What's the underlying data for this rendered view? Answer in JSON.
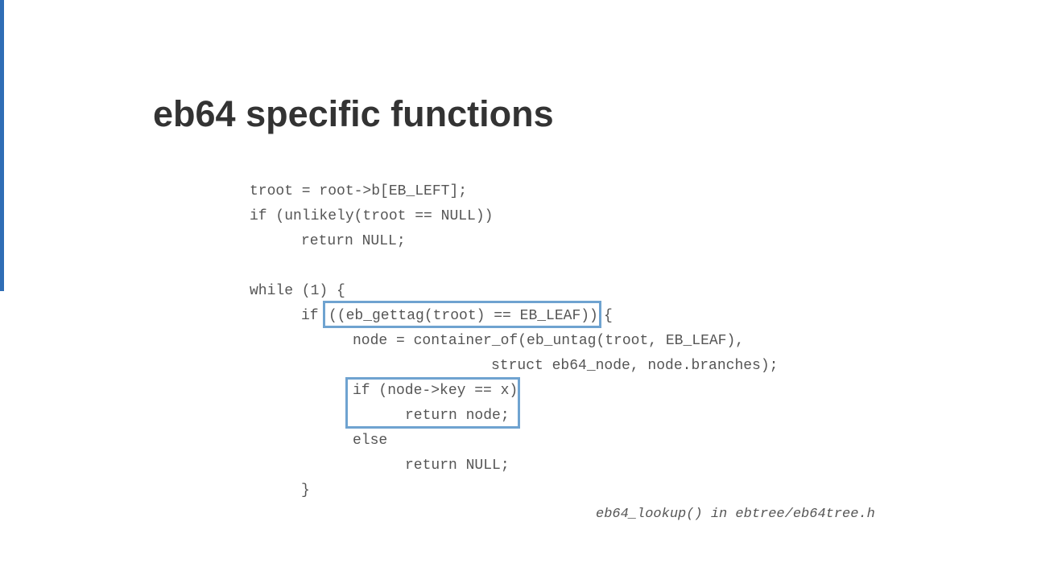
{
  "slide": {
    "title": "eb64 specific functions",
    "accent_color": "#2f6db5",
    "highlight_color": "#6fa3d0"
  },
  "code": {
    "lines": [
      "troot = root->b[EB_LEFT];",
      "if (unlikely(troot == NULL))",
      "return NULL;",
      "while (1) {",
      "if",
      "((eb_gettag(troot) == EB_LEAF))",
      "{",
      "node = container_of(eb_untag(troot, EB_LEAF),",
      "struct eb64_node, node.branches);",
      "if (node->key == x)",
      "return node;",
      "else",
      "return NULL;",
      "}"
    ]
  },
  "caption": "eb64_lookup() in ebtree/eb64tree.h"
}
